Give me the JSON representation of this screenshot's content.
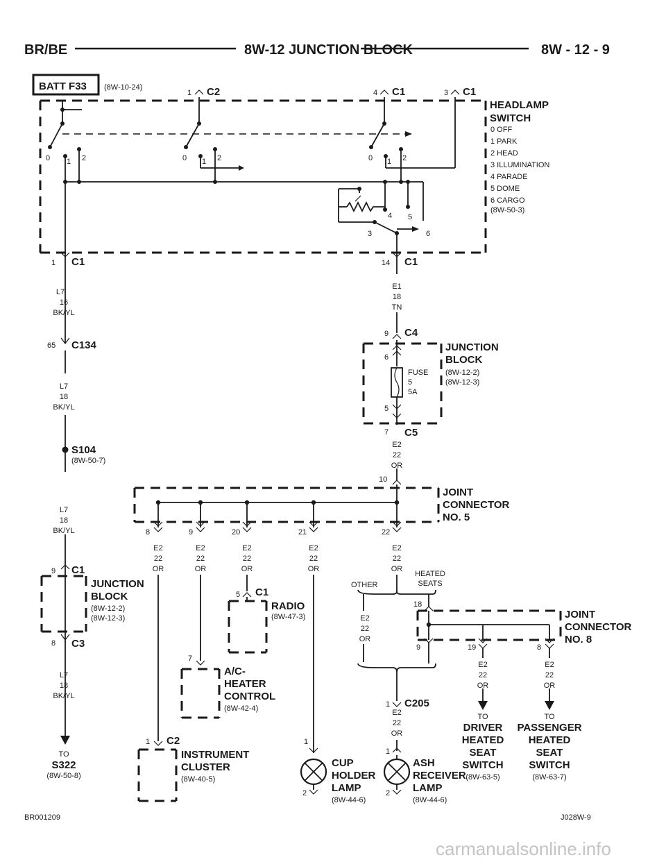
{
  "header": {
    "left": "BR/BE",
    "title": "8W-12 JUNCTION BLOCK",
    "right": "8W - 12 - 9"
  },
  "batt": {
    "label": "BATT F33",
    "ref": "(8W-10-24)"
  },
  "headlamp_switch": {
    "title1": "HEADLAMP",
    "title2": "SWITCH",
    "positions": [
      "0 OFF",
      "1 PARK",
      "2 HEAD",
      "3 ILLUMINATION",
      "4 PARADE",
      "5 DOME",
      "6 CARGO"
    ],
    "ref": "(8W-50-3)",
    "conn_c2": "C2",
    "conn_c2_pin": "1",
    "conn_c1a": "C1",
    "conn_c1a_pin": "4",
    "conn_c1b": "C1",
    "conn_c1b_pin": "3",
    "sw_labels": [
      "0",
      "1",
      "2"
    ],
    "rheo_labels": [
      "4",
      "5",
      "3",
      "6"
    ]
  },
  "left_chain": {
    "c1_pin": "1",
    "c1": "C1",
    "wire1": [
      "L7",
      "16",
      "BK/YL"
    ],
    "c134_pin": "65",
    "c134": "C134",
    "wire2": [
      "L7",
      "18",
      "BK/YL"
    ],
    "s104": "S104",
    "s104_ref": "(8W-50-7)",
    "wire3": [
      "L7",
      "18",
      "BK/YL"
    ],
    "jb_c1_pin": "9",
    "jb_c1": "C1",
    "jb_title1": "JUNCTION",
    "jb_title2": "BLOCK",
    "jb_ref1": "(8W-12-2)",
    "jb_ref2": "(8W-12-3)",
    "jb_c3_pin": "8",
    "jb_c3": "C3",
    "wire4": [
      "L7",
      "18",
      "BK/YL"
    ],
    "to": "TO",
    "dest": "S322",
    "dest_ref": "(8W-50-8)"
  },
  "right_chain": {
    "c1_pin": "14",
    "c1": "C1",
    "wire1": [
      "E1",
      "18",
      "TN"
    ],
    "c4_pin": "9",
    "c4": "C4",
    "jb_title1": "JUNCTION",
    "jb_title2": "BLOCK",
    "jb_ref1": "(8W-12-2)",
    "jb_ref2": "(8W-12-3)",
    "fuse_pin_top": "6",
    "fuse_pin_bot": "5",
    "fuse": [
      "FUSE",
      "5",
      "5A"
    ],
    "c5_pin": "7",
    "c5": "C5",
    "wire2": [
      "E2",
      "22",
      "OR"
    ]
  },
  "joint5": {
    "title": [
      "JOINT",
      "CONNECTOR",
      "NO. 5"
    ],
    "in_pin": "10",
    "pins": [
      "8",
      "9",
      "20",
      "21",
      "22"
    ],
    "wire": [
      "E2",
      "22",
      "OR"
    ]
  },
  "radio": {
    "pin": "5",
    "conn": "C1",
    "title": "RADIO",
    "ref": "(8W-47-3)"
  },
  "ac": {
    "pin": "7",
    "title": [
      "A/C-",
      "HEATER",
      "CONTROL"
    ],
    "ref": "(8W-42-4)"
  },
  "cluster": {
    "pin": "1",
    "conn": "C2",
    "title": [
      "INSTRUMENT",
      "CLUSTER"
    ],
    "ref": "(8W-40-5)"
  },
  "cup": {
    "pin_top": "1",
    "pin_bot": "2",
    "title": [
      "CUP",
      "HOLDER",
      "LAMP"
    ],
    "ref": "(8W-44-6)"
  },
  "ash": {
    "pin_top": "1",
    "pin_bot": "2",
    "title": [
      "ASH",
      "RECEIVER",
      "LAMP"
    ],
    "ref": "(8W-44-6)"
  },
  "options": {
    "other": "OTHER",
    "heated": [
      "HEATED",
      "SEATS"
    ],
    "wire": [
      "E2",
      "22",
      "OR"
    ]
  },
  "joint8": {
    "title": [
      "JOINT",
      "CONNECTOR",
      "NO. 8"
    ],
    "in_pin": "18",
    "pins": [
      "9",
      "19",
      "8"
    ]
  },
  "c205": {
    "pin": "1",
    "conn": "C205",
    "wire": [
      "E2",
      "22",
      "OR"
    ]
  },
  "driver": {
    "wire": [
      "E2",
      "22",
      "OR"
    ],
    "to": "TO",
    "title": [
      "DRIVER",
      "HEATED",
      "SEAT",
      "SWITCH"
    ],
    "ref": "(8W-63-5)"
  },
  "passenger": {
    "wire": [
      "E2",
      "22",
      "OR"
    ],
    "to": "TO",
    "title": [
      "PASSENGER",
      "HEATED",
      "SEAT",
      "SWITCH"
    ],
    "ref": "(8W-63-7)"
  },
  "footer": {
    "left": "BR001209",
    "right": "J028W-9"
  },
  "watermark": "carmanualsonline.info"
}
